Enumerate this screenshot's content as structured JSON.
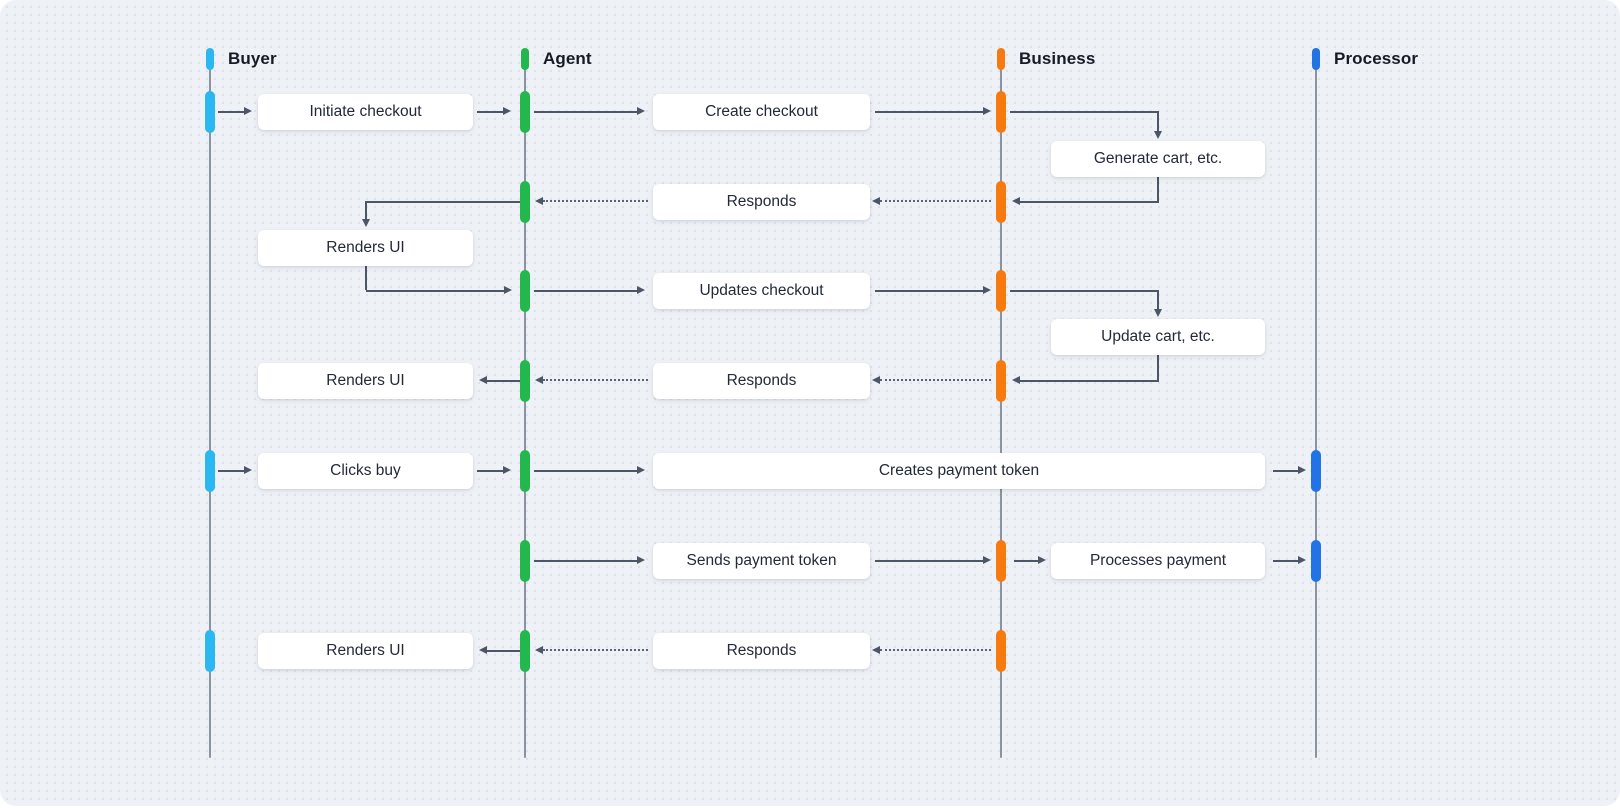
{
  "diagram": {
    "type": "sequence-diagram",
    "background_color": "#eef1f6",
    "arrow_color": "#4c5667",
    "lifeline_color": "#8a93a2",
    "box_color": "#ffffff",
    "actors": [
      {
        "name": "Buyer",
        "color": "#2bb7f0"
      },
      {
        "name": "Agent",
        "color": "#22b84e"
      },
      {
        "name": "Business",
        "color": "#f67a0d"
      },
      {
        "name": "Processor",
        "color": "#2173e6"
      }
    ],
    "messages": [
      {
        "from": "Buyer",
        "to": "Agent",
        "label": "Initiate checkout",
        "style": "solid"
      },
      {
        "from": "Agent",
        "to": "Business",
        "label": "Create checkout",
        "style": "solid"
      },
      {
        "from": "Business",
        "to": "Business",
        "label": "Generate cart, etc.",
        "style": "self-call"
      },
      {
        "from": "Business",
        "to": "Agent",
        "label": "Responds",
        "style": "dotted"
      },
      {
        "from": "Agent",
        "to": "Buyer",
        "label": "Renders UI",
        "style": "self-elbow"
      },
      {
        "from": "Agent",
        "to": "Business",
        "label": "Updates checkout",
        "style": "solid"
      },
      {
        "from": "Business",
        "to": "Business",
        "label": "Update cart, etc.",
        "style": "self-call"
      },
      {
        "from": "Business",
        "to": "Agent",
        "label": "Responds",
        "style": "dotted"
      },
      {
        "from": "Agent",
        "to": "Buyer",
        "label": "Renders UI",
        "style": "solid"
      },
      {
        "from": "Buyer",
        "to": "Agent",
        "label": "Clicks buy",
        "style": "solid"
      },
      {
        "from": "Agent",
        "to": "Processor",
        "label": "Creates payment token",
        "style": "solid"
      },
      {
        "from": "Agent",
        "to": "Business",
        "label": "Sends payment token",
        "style": "solid"
      },
      {
        "from": "Business",
        "to": "Processor",
        "label": "Processes payment",
        "style": "solid"
      },
      {
        "from": "Business",
        "to": "Agent",
        "label": "Responds",
        "style": "dotted"
      },
      {
        "from": "Agent",
        "to": "Buyer",
        "label": "Renders UI",
        "style": "solid"
      }
    ]
  }
}
